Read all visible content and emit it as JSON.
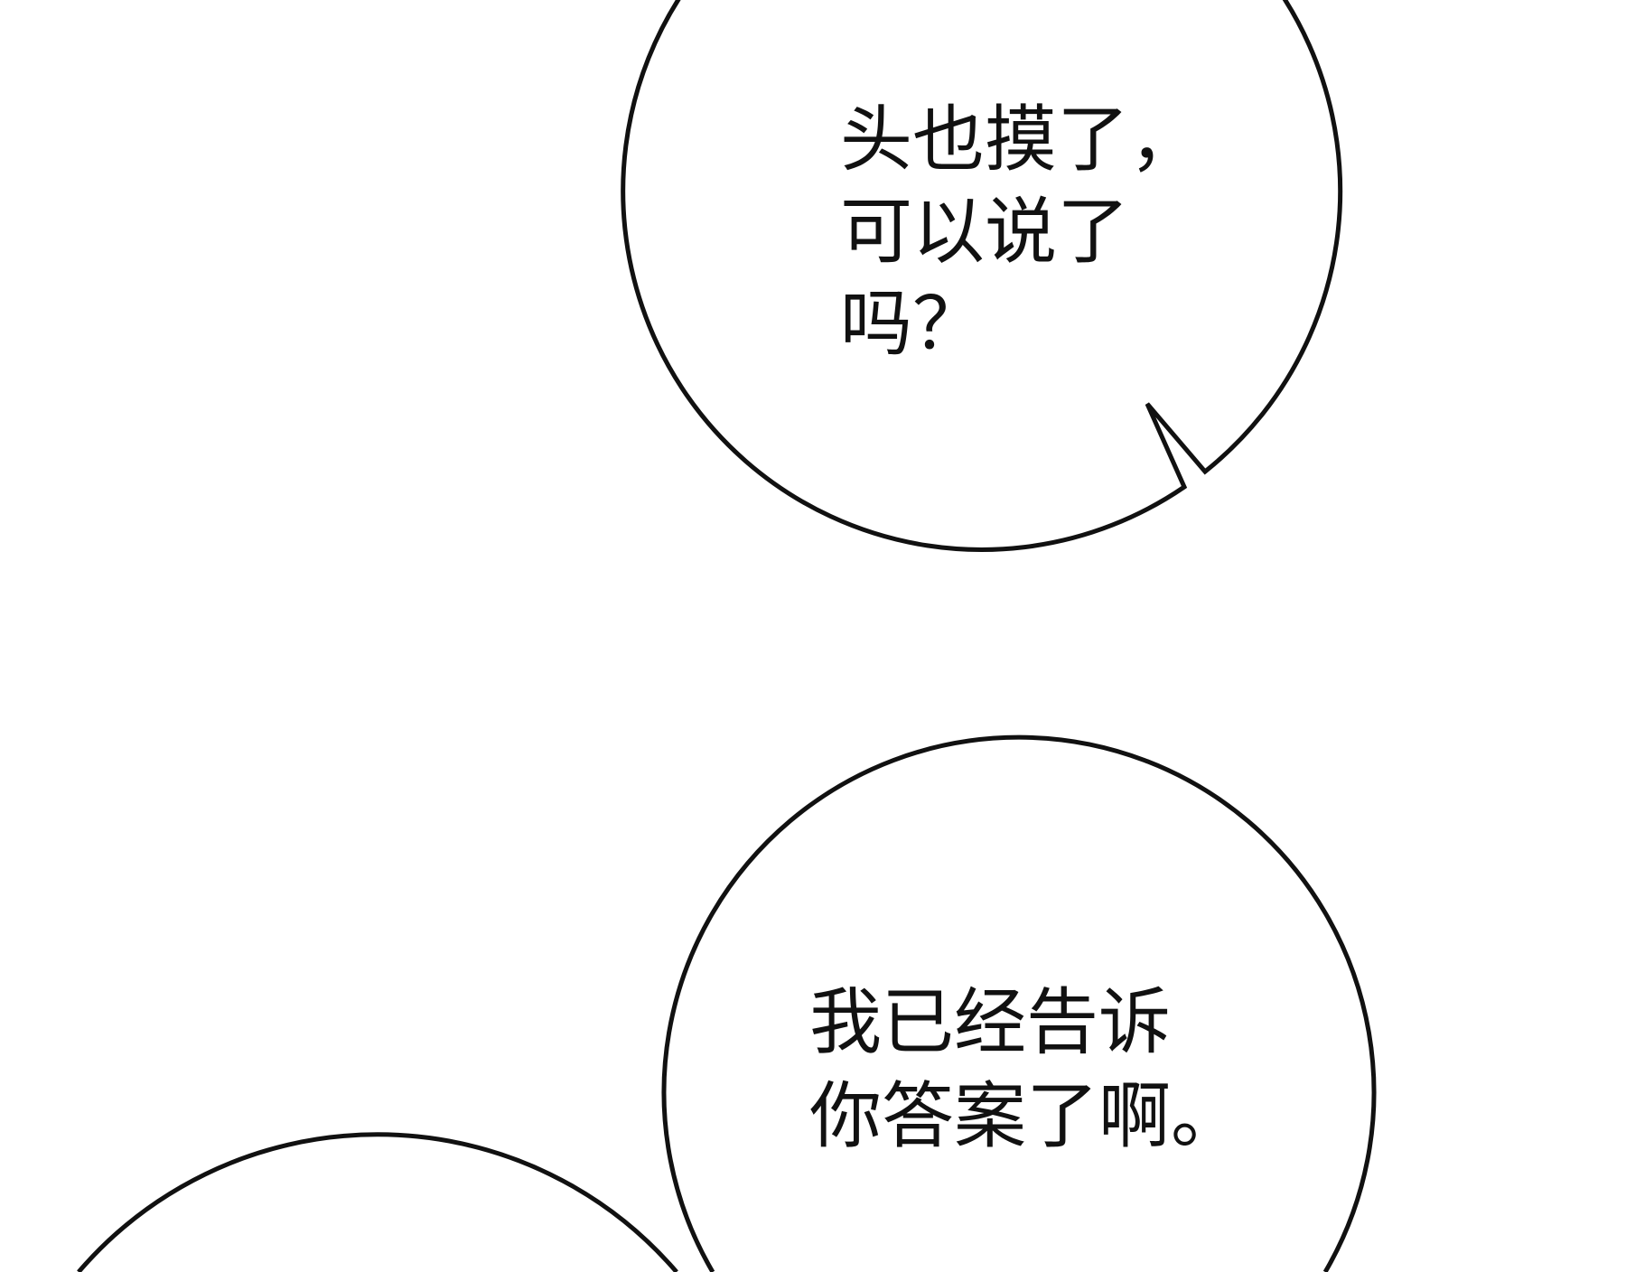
{
  "bubbles": [
    {
      "lines": [
        "头也摸了，",
        "可以说了",
        "吗？"
      ]
    },
    {
      "lines": [
        "我已经告诉",
        "你答案了啊。"
      ]
    }
  ],
  "colors": {
    "ink": "#111111",
    "background": "#ffffff"
  }
}
